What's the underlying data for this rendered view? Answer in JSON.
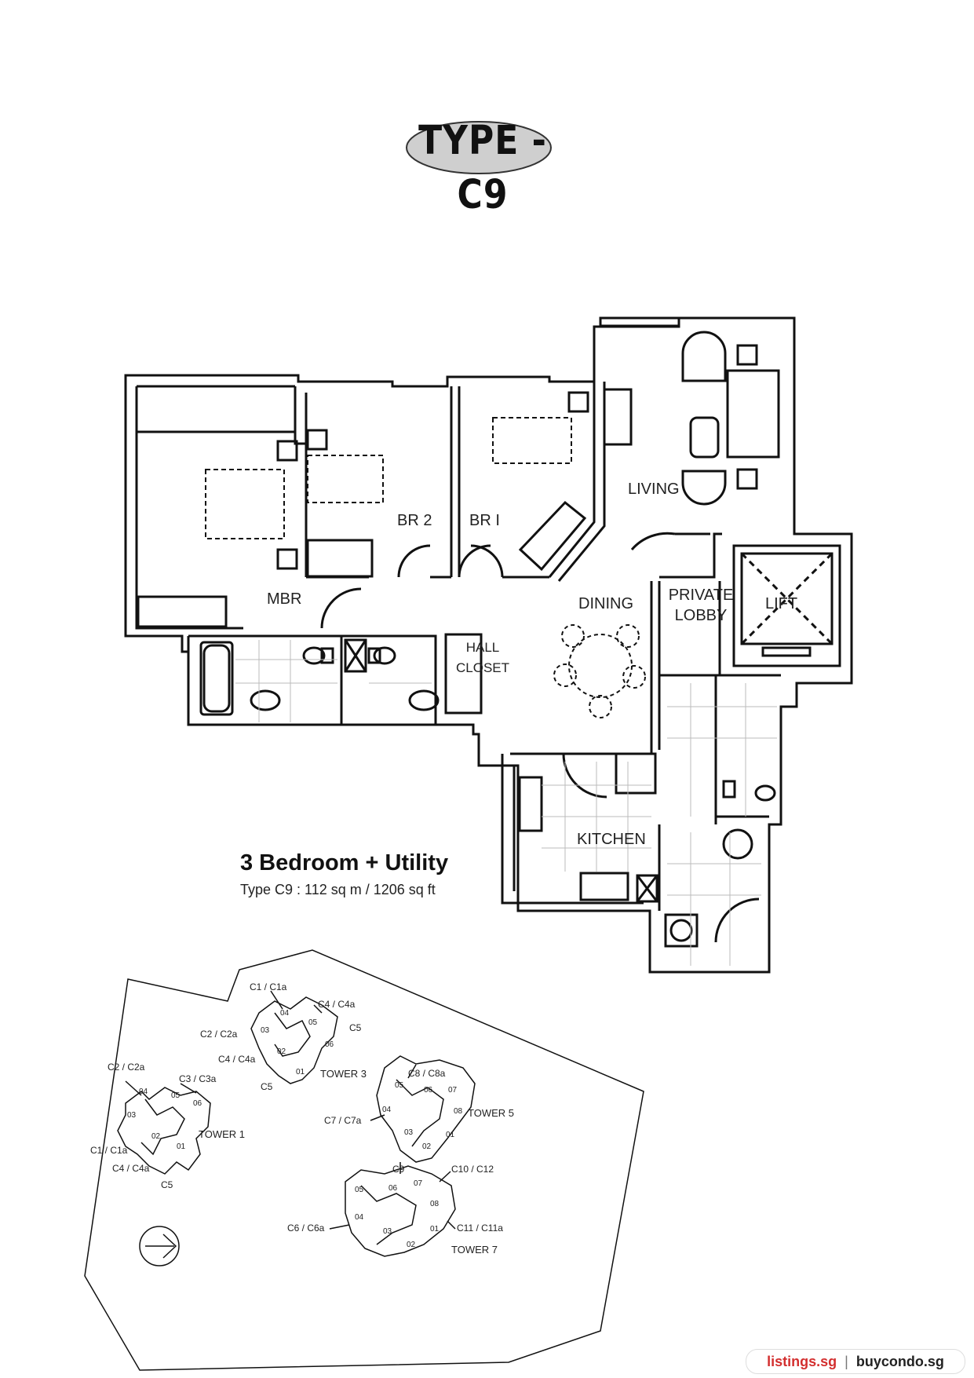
{
  "title": "TYPE - C9",
  "unit": {
    "heading": "3 Bedroom + Utility",
    "area": "Type C9 : 112 sq m / 1206 sq ft"
  },
  "rooms": {
    "living": "LIVING",
    "br1": "BR I",
    "br2": "BR 2",
    "mbr": "MBR",
    "dining": "DINING",
    "private_lobby_1": "PRIVATE",
    "private_lobby_2": "LOBBY",
    "lift": "LIFT",
    "hall_closet_1": "HALL",
    "hall_closet_2": "CLOSET",
    "kitchen": "KITCHEN"
  },
  "site_plan": {
    "labels": [
      "C1 / C1a",
      "C4 / C4a",
      "C5",
      "C2 / C2a",
      "C4 / C4a",
      "C5",
      "C2 / C2a",
      "C3 / C3a",
      "C1 / C1a",
      "C4 / C4a",
      "C5",
      "C8 / C8a",
      "C7 / C7a",
      "C9",
      "C10 / C12",
      "C6 / C6a",
      "C11 / C11a"
    ],
    "towers": [
      "TOWER 1",
      "TOWER 3",
      "TOWER 5",
      "TOWER 7"
    ],
    "units_t1": [
      "04",
      "05",
      "06",
      "03",
      "02",
      "01"
    ],
    "units_t3": [
      "04",
      "05",
      "06",
      "03",
      "02",
      "01"
    ],
    "units_t5": [
      "05",
      "06",
      "07",
      "04",
      "08",
      "03",
      "02",
      "01"
    ],
    "units_t7": [
      "05",
      "06",
      "07",
      "08",
      "04",
      "03",
      "02",
      "01"
    ]
  },
  "footer": {
    "site1": "listings.sg",
    "separator": "|",
    "site2": "buycondo.sg"
  }
}
